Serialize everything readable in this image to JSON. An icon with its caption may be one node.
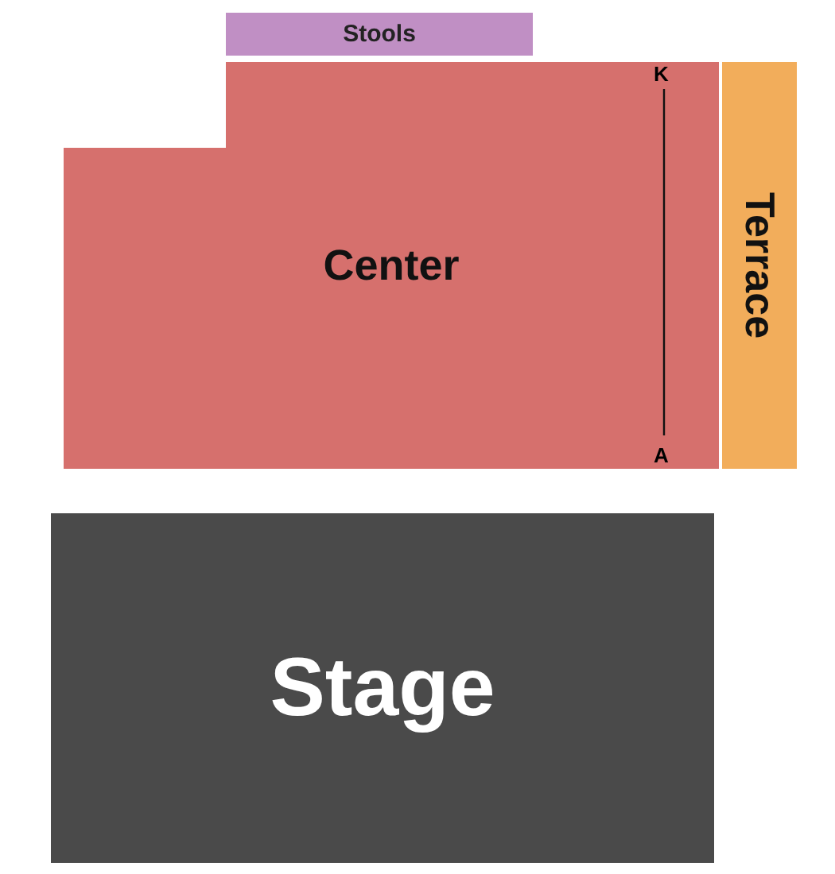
{
  "diagram": {
    "nodes": [
      {
        "text": [
          "Stools"
        ]
      },
      {
        "text": [
          "Center"
        ]
      },
      {
        "text": [
          "Terrace"
        ]
      },
      {
        "text": [
          "Stage"
        ]
      }
    ],
    "labels": [
      "K",
      "A"
    ]
  }
}
